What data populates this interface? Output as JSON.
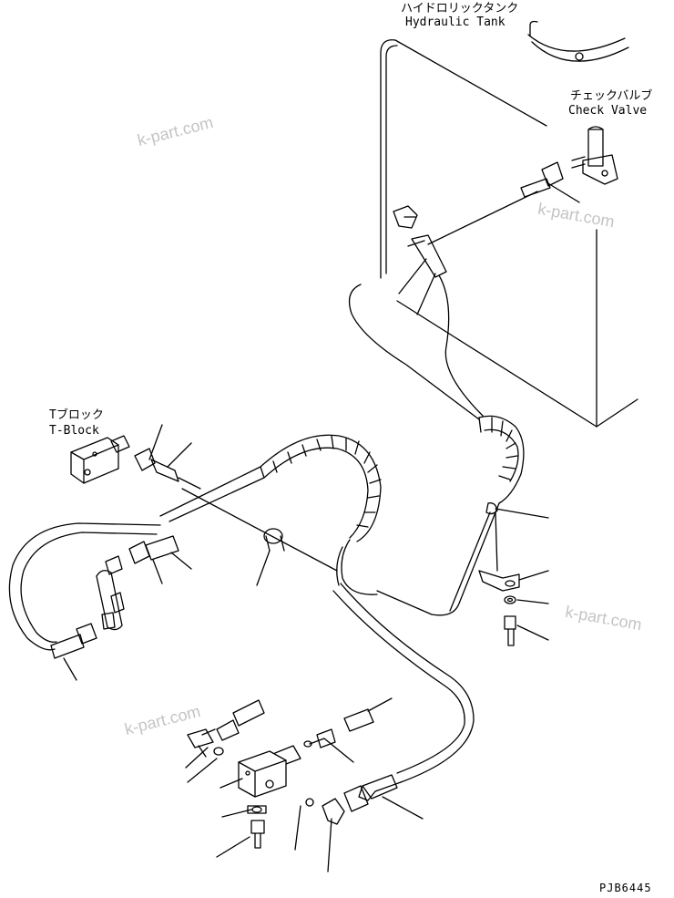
{
  "labels": {
    "hydraulic_tank_jp": "ハイドロリックタンク",
    "hydraulic_tank_en": "Hydraulic Tank",
    "check_valve_jp": "チェックバルブ",
    "check_valve_en": "Check Valve",
    "t_block_jp": "Tブロック",
    "t_block_en": "T-Block"
  },
  "watermarks": [
    "k-part.com",
    "k-part.com",
    "k-part.com",
    "k-part.com"
  ],
  "drawing_code": "PJB6445"
}
